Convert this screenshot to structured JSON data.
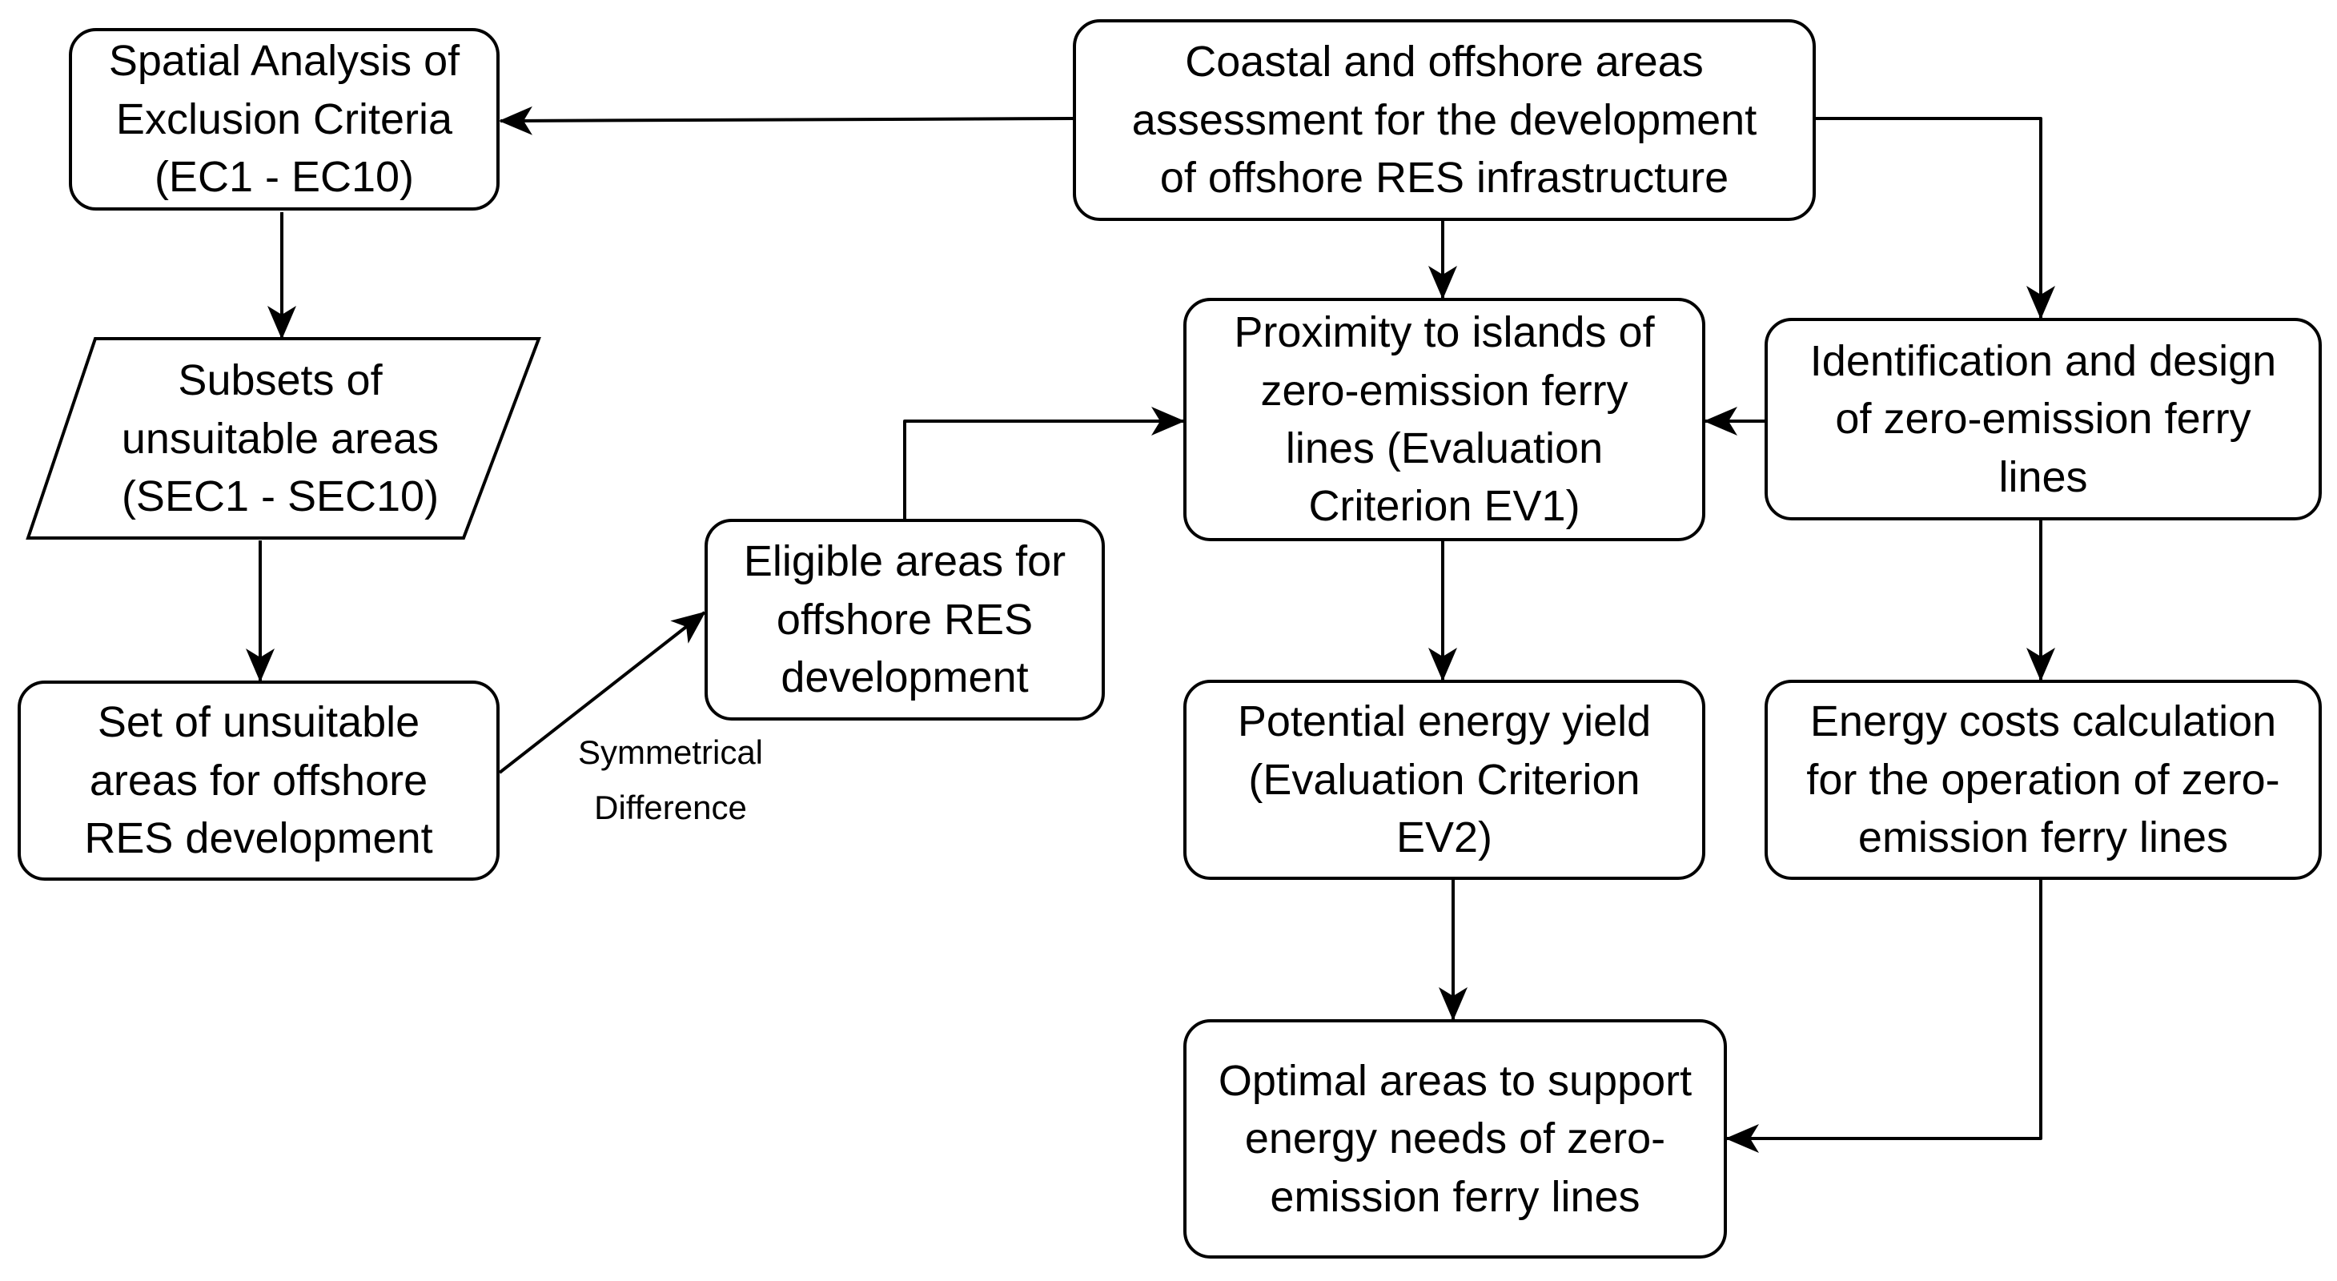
{
  "nodes": {
    "spatial_analysis": "Spatial Analysis of\nExclusion Criteria\n(EC1 - EC10)",
    "coastal_assessment": "Coastal and offshore areas\nassessment for the development\nof offshore RES infrastructure",
    "subsets_unsuitable": "Subsets of\nunsuitable areas\n(SEC1 - SEC10)",
    "set_unsuitable": "Set of unsuitable\nareas for offshore\nRES development",
    "eligible_areas": "Eligible areas for\noffshore RES\ndevelopment",
    "proximity_islands": "Proximity to islands of\nzero-emission ferry\nlines (Evaluation\nCriterion EV1)",
    "identification_design": "Identification and design\nof zero-emission ferry\nlines",
    "potential_energy": "Potential energy yield\n(Evaluation Criterion\nEV2)",
    "energy_costs": "Energy costs calculation\nfor the operation of zero-\nemission ferry lines",
    "optimal_areas": "Optimal areas to support\nenergy needs of zero-\nemission ferry lines"
  },
  "edge_labels": {
    "symmetrical_difference": "Symmetrical\nDifference"
  }
}
